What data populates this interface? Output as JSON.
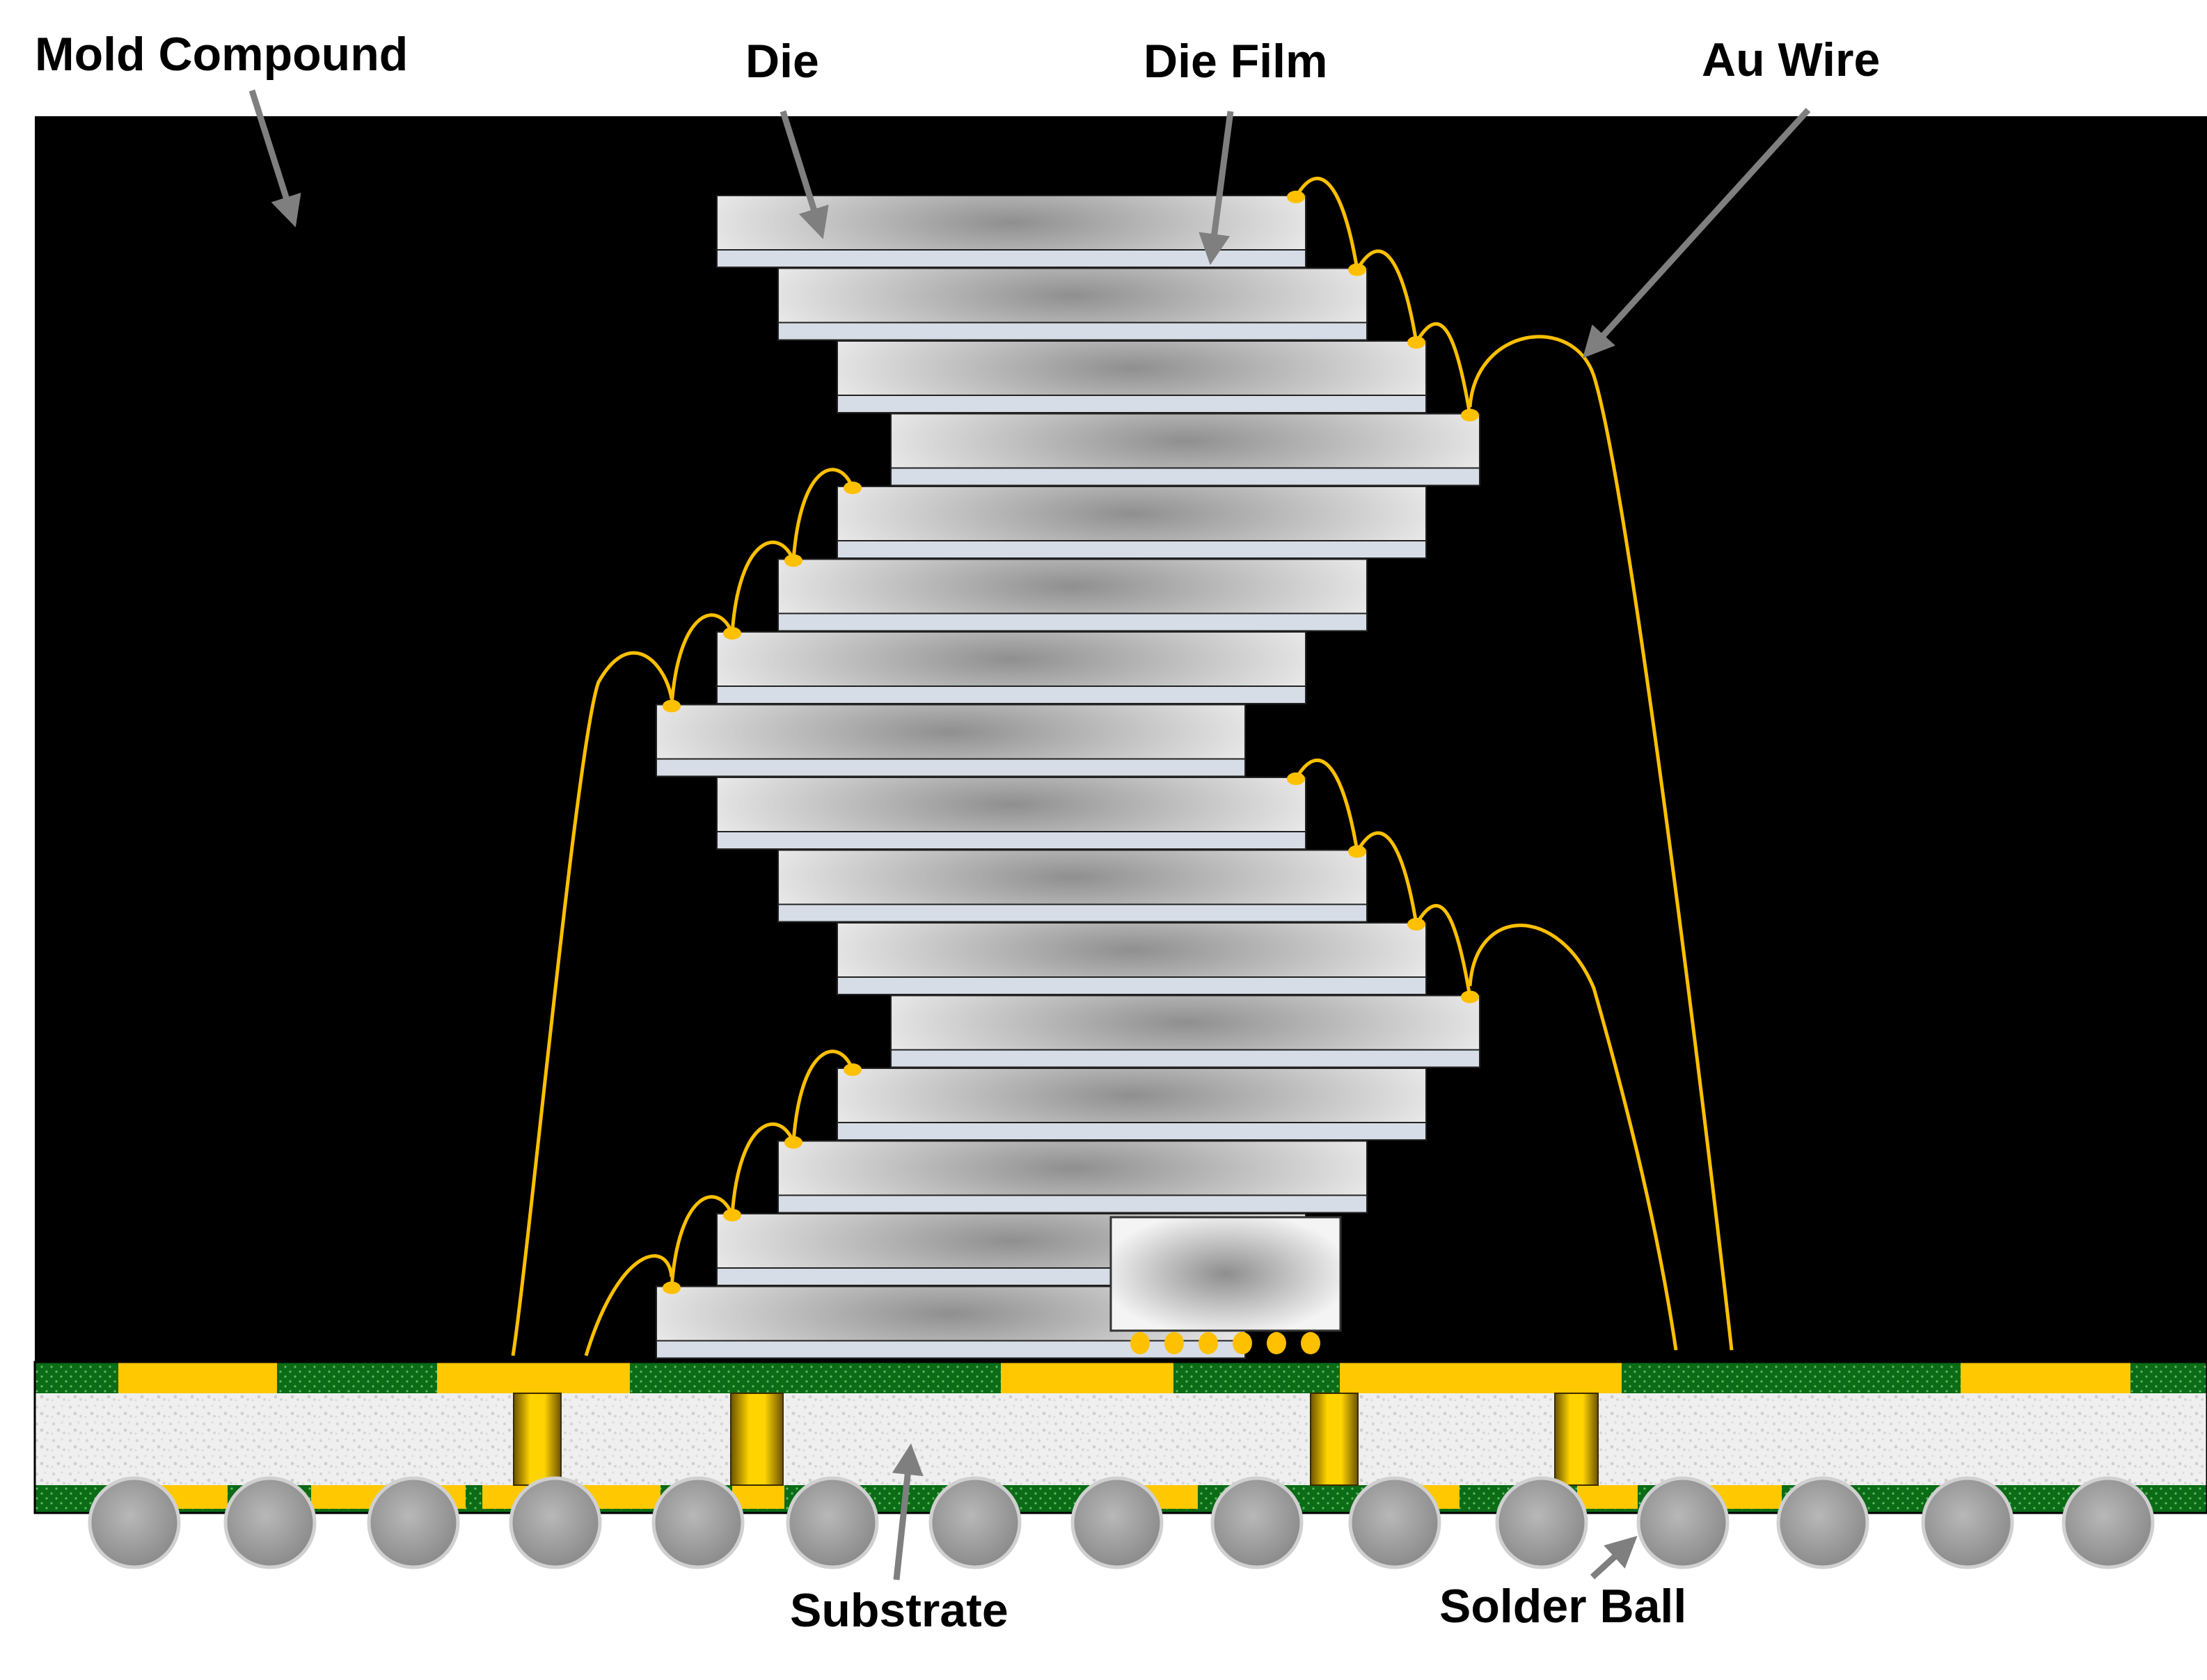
{
  "labels": {
    "mold_compound": "Mold Compound",
    "die": "Die",
    "die_film": "Die Film",
    "au_wire": "Au Wire",
    "substrate": "Substrate",
    "solder_ball": "Solder Ball"
  },
  "colors": {
    "mold": "#000000",
    "wire": "#ffc000",
    "solder_mask": "#0a6b14",
    "pad": "#ffc800",
    "substrate_core": "#ececec",
    "ball": "#a8a8a8",
    "die_edge": "#f2f2f2",
    "die_center": "#909090",
    "film": "#d6dde6",
    "arrow": "#7f7f7f"
  },
  "counts": {
    "stacked_dies": 16,
    "controller_bumps": 6,
    "solder_balls": 15,
    "vias": 4
  }
}
